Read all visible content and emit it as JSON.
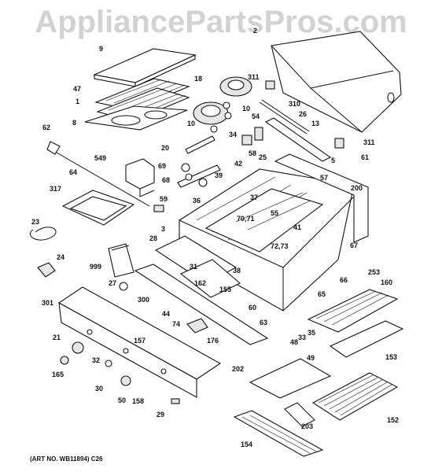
{
  "watermark": "AppliancePartsPros.com",
  "art_no": "(ART NO. WB11894)  C26",
  "part_labels": [
    "2",
    "9",
    "47",
    "1",
    "8",
    "18",
    "311",
    "310",
    "10",
    "10",
    "26",
    "13",
    "54",
    "34",
    "58",
    "5",
    "311",
    "61",
    "62",
    "549",
    "20",
    "69",
    "68",
    "42",
    "25",
    "57",
    "200",
    "39",
    "64",
    "317",
    "37",
    "36",
    "59",
    "70,71",
    "55",
    "41",
    "3",
    "28",
    "72,73",
    "67",
    "999",
    "253",
    "31",
    "38",
    "162",
    "155",
    "66",
    "160",
    "23",
    "24",
    "65",
    "27",
    "301",
    "300",
    "44",
    "60",
    "63",
    "48",
    "33",
    "35",
    "74",
    "176",
    "21",
    "157",
    "49",
    "153",
    "165",
    "32",
    "30",
    "50",
    "158",
    "202",
    "152",
    "203",
    "29",
    "154"
  ]
}
